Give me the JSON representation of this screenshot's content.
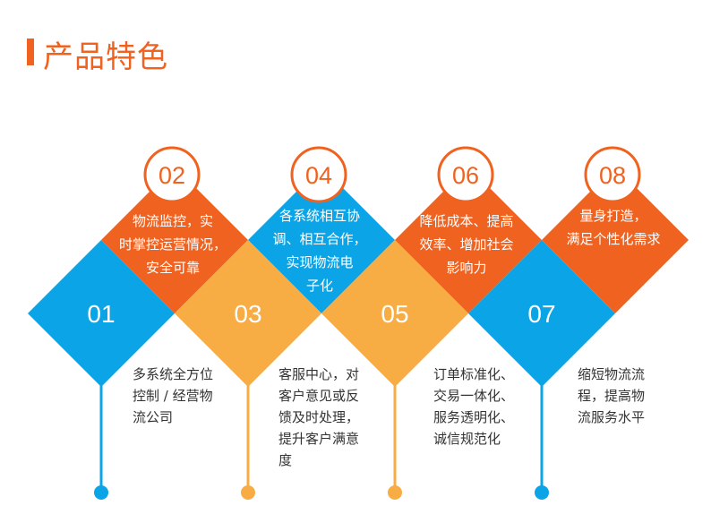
{
  "title": "产品特色",
  "colors": {
    "blue": "#0ba5e7",
    "orange": "#f0621f",
    "light_orange": "#f8ac44",
    "circle_border": "#f0621f"
  },
  "lower_items": [
    {
      "number": "01",
      "color": "blue",
      "desc": "多系统全方位\n控制 / 经营物\n流公司"
    },
    {
      "number": "03",
      "color": "light_orange",
      "desc": "客服中心，对\n客户意见或反\n馈及时处理，\n提升客户满意\n度"
    },
    {
      "number": "05",
      "color": "light_orange",
      "desc": "订单标准化、\n交易一体化、\n服务透明化、\n诚信规范化"
    },
    {
      "number": "07",
      "color": "blue",
      "desc": "缩短物流流\n程，提高物\n流服务水平"
    }
  ],
  "upper_items": [
    {
      "number": "02",
      "color": "orange",
      "lines": [
        "物流监控，实",
        "时掌控运营情况，",
        "安全可靠"
      ]
    },
    {
      "number": "04",
      "color": "blue",
      "lines": [
        "各系统相互协",
        "调、相互合作，",
        "实现物流电",
        "子化"
      ]
    },
    {
      "number": "06",
      "color": "orange",
      "lines": [
        "降低成本、提高",
        "效率、增加社会",
        "影响力"
      ]
    },
    {
      "number": "08",
      "color": "orange",
      "lines": [
        "量身打造，",
        "满足个性化需求"
      ]
    }
  ]
}
